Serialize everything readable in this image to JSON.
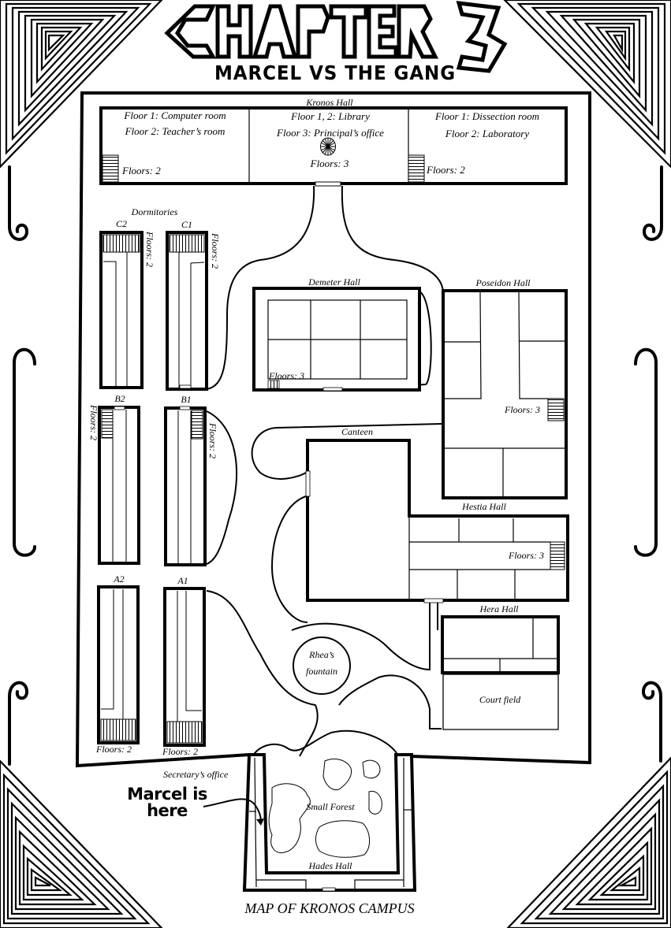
{
  "header": {
    "chapter_title": "CHAPTER 3",
    "chapter_word": "CHAPTER",
    "chapter_number": "3",
    "subtitle": "MARCEL VS THE GANG"
  },
  "map": {
    "caption": "MAP OF KRONOS CAMPUS",
    "kronos_hall": {
      "label": "Kronos Hall",
      "left_wing": {
        "line1": "Floor 1: Computer room",
        "line2": "Floor 2: Teacher’s room",
        "floors": "Floors: 2"
      },
      "center_wing": {
        "line1": "Floor 1, 2: Library",
        "line2": "Floor 3: Principal’s office",
        "floors": "Floors: 3"
      },
      "right_wing": {
        "line1": "Floor 1: Dissection room",
        "line2": "Floor 2: Laboratory",
        "floors": "Floors: 2"
      }
    },
    "dormitories": {
      "label": "Dormitories",
      "buildings": [
        {
          "name": "C2",
          "floors": "Floors: 2"
        },
        {
          "name": "C1",
          "floors": "Floors: 2"
        },
        {
          "name": "B2",
          "floors": "Floors: 2"
        },
        {
          "name": "B1",
          "floors": "Floors: 2"
        },
        {
          "name": "A2",
          "floors": "Floors: 2"
        },
        {
          "name": "A1",
          "floors": "Floors: 2"
        }
      ]
    },
    "demeter_hall": {
      "label": "Demeter Hall",
      "floors": "Floors: 3"
    },
    "poseidon_hall": {
      "label": "Poseidon Hall",
      "floors": "Floors: 3"
    },
    "canteen": {
      "label": "Canteen"
    },
    "hestia_hall": {
      "label": "Hestia Hall",
      "floors": "Floors: 3"
    },
    "hera_hall": {
      "label": "Hera Hall"
    },
    "court_field": {
      "label": "Court field"
    },
    "fountain": {
      "line1": "Rhea’s",
      "line2": "fountain"
    },
    "secretary_office": {
      "label": "Secretary’s office"
    },
    "small_forest": {
      "label": "Small Forest"
    },
    "hades_hall": {
      "label": "Hades Hall"
    },
    "marker": {
      "line1": "Marcel is",
      "line2": "here"
    }
  },
  "colors": {
    "ink": "#000000",
    "paper": "#ffffff"
  }
}
